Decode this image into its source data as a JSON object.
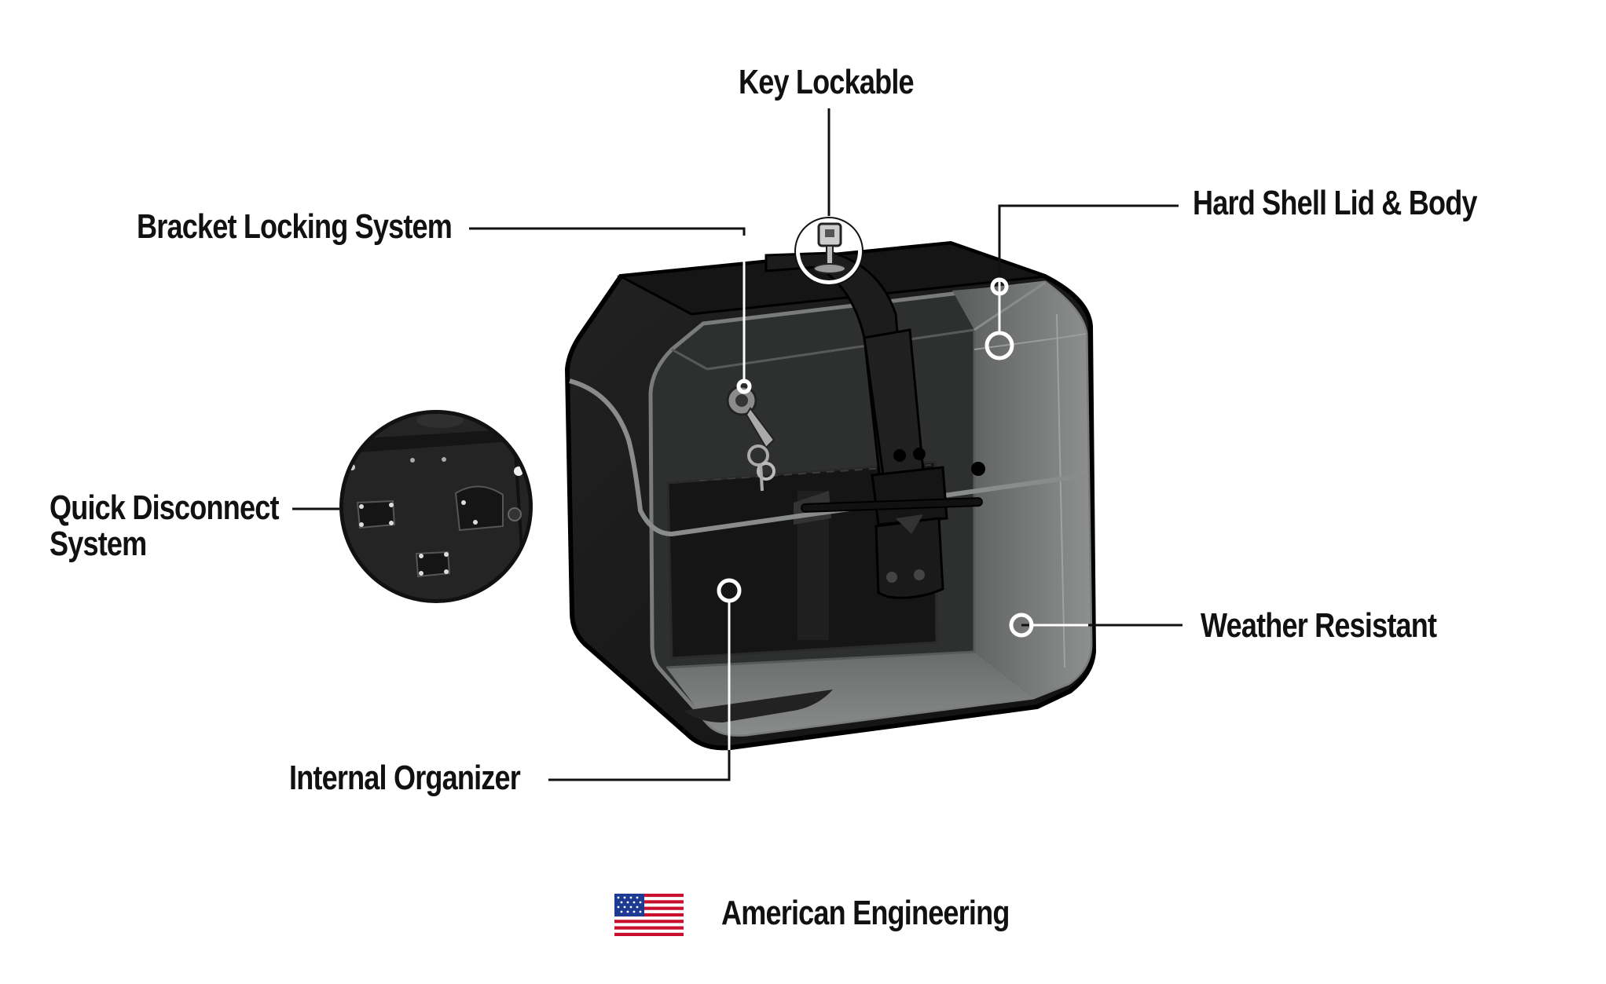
{
  "labels": {
    "key_lockable": "Key Lockable",
    "bracket_locking": "Bracket Locking System",
    "hard_shell": "Hard Shell Lid & Body",
    "quick_disconnect_line1": "Quick Disconnect",
    "quick_disconnect_line2": "System",
    "weather_resistant": "Weather Resistant",
    "internal_organizer": "Internal Organizer",
    "american_engineering": "American Engineering"
  },
  "colors": {
    "case_body": "#1a1a1a",
    "case_outline": "#000000",
    "inner_panel": "#6e7070",
    "callout_line": "#111111",
    "marker_ring": "#ffffff",
    "flag_red": "#c8102e",
    "flag_blue": "#1f3a93"
  },
  "icons": {
    "flag": "us-flag-icon",
    "key": "key-icon",
    "zoom": "quick-disconnect-detail"
  }
}
